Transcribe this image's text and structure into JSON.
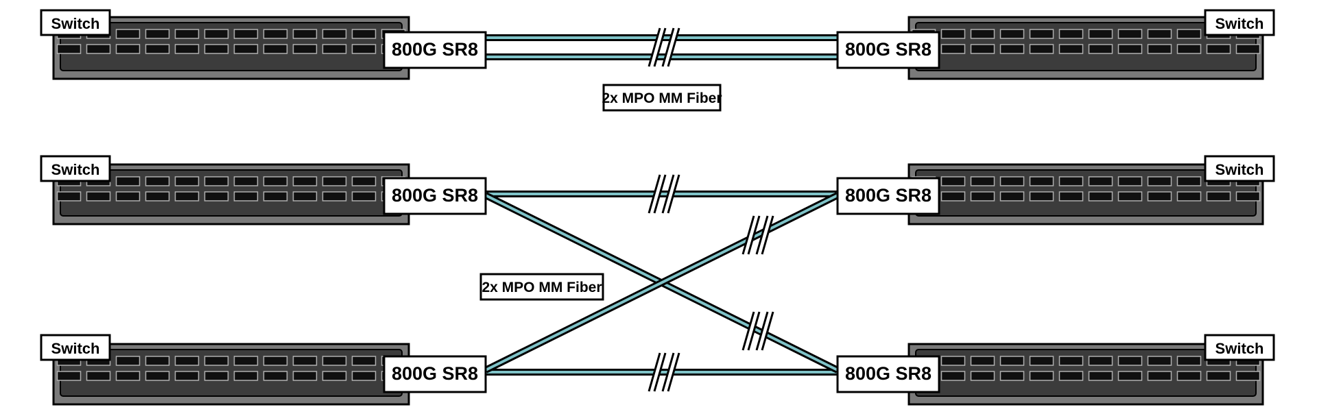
{
  "switch_label": "Switch",
  "module_label": "800G SR8",
  "fiber_label": "2x MPO MM Fiber",
  "colors": {
    "cable_fill": "#7fc3c8",
    "cable_outline": "#000000",
    "switch_body": "#7a7a7a",
    "switch_inner": "#3c3c3c",
    "port": "#101010",
    "label_bg": "#ffffff"
  },
  "icons": [
    "cable-break-icon"
  ]
}
